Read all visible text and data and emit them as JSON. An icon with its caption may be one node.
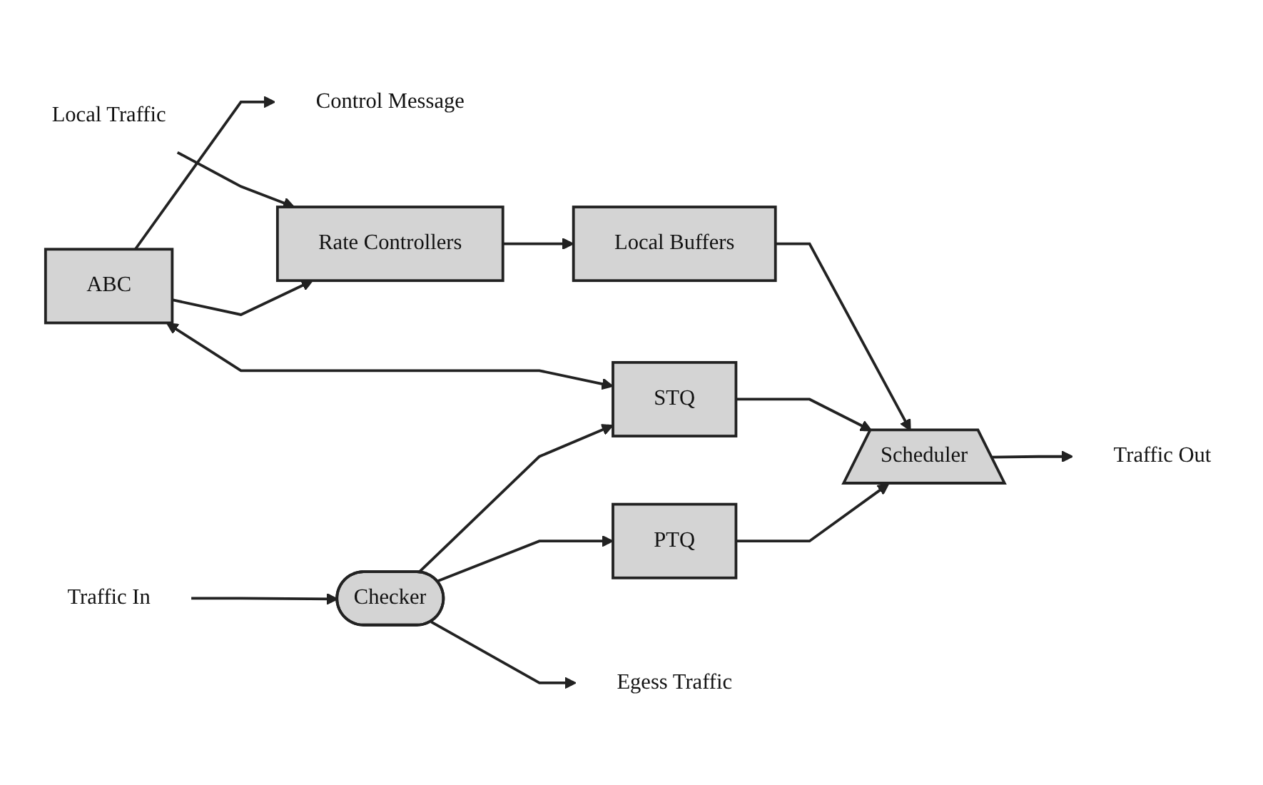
{
  "diagram": {
    "nodes": [
      {
        "text": [
          "Local Traffic"
        ]
      },
      {
        "text": [
          "Control Message"
        ]
      },
      {
        "text": [
          "ABC"
        ]
      },
      {
        "text": [
          "Rate Controllers"
        ]
      },
      {
        "text": [
          "Local Buffers"
        ]
      },
      {
        "text": [
          "Scheduler"
        ]
      },
      {
        "text": [
          "Traffic Out"
        ]
      },
      {
        "text": [
          "Traffic In"
        ]
      },
      {
        "text": [
          "Checker"
        ]
      },
      {
        "text": [
          "STQ"
        ]
      },
      {
        "text": [
          "PTQ"
        ]
      },
      {
        "text": [
          "Egess Traffic"
        ]
      }
    ],
    "edges": [
      {
        "from": 0,
        "to": 3,
        "arrow": "to"
      },
      {
        "from": 2,
        "to": 1,
        "arrow": "to"
      },
      {
        "from": 2,
        "to": 3,
        "arrow": "to"
      },
      {
        "from": 3,
        "to": 4,
        "arrow": "to"
      },
      {
        "from": 4,
        "to": 5,
        "arrow": "to"
      },
      {
        "from": 2,
        "to": 9,
        "arrow": "both"
      },
      {
        "from": 7,
        "to": 8,
        "arrow": "to"
      },
      {
        "from": 8,
        "to": 9,
        "arrow": "to"
      },
      {
        "from": 8,
        "to": 10,
        "arrow": "to"
      },
      {
        "from": 9,
        "to": 5,
        "arrow": "to"
      },
      {
        "from": 10,
        "to": 5,
        "arrow": "to"
      },
      {
        "from": 5,
        "to": 6,
        "arrow": "to"
      },
      {
        "from": 8,
        "to": 11,
        "arrow": "to"
      }
    ]
  }
}
